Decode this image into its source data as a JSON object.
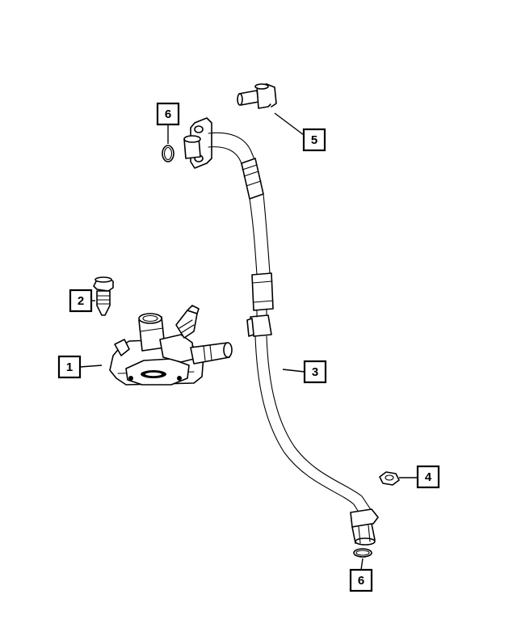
{
  "callouts": {
    "c1": "1",
    "c2": "2",
    "c3": "3",
    "c4": "4",
    "c5": "5",
    "c6_top": "6",
    "c6_bottom": "6"
  },
  "parts": [
    {
      "callout": "1",
      "icon": "thermostat-housing-icon"
    },
    {
      "callout": "2",
      "icon": "bolt-icon"
    },
    {
      "callout": "3",
      "icon": "coolant-tube-icon"
    },
    {
      "callout": "4",
      "icon": "nut-icon"
    },
    {
      "callout": "5",
      "icon": "flange-bolt-icon"
    },
    {
      "callout": "6",
      "icon": "o-ring-icon"
    }
  ]
}
